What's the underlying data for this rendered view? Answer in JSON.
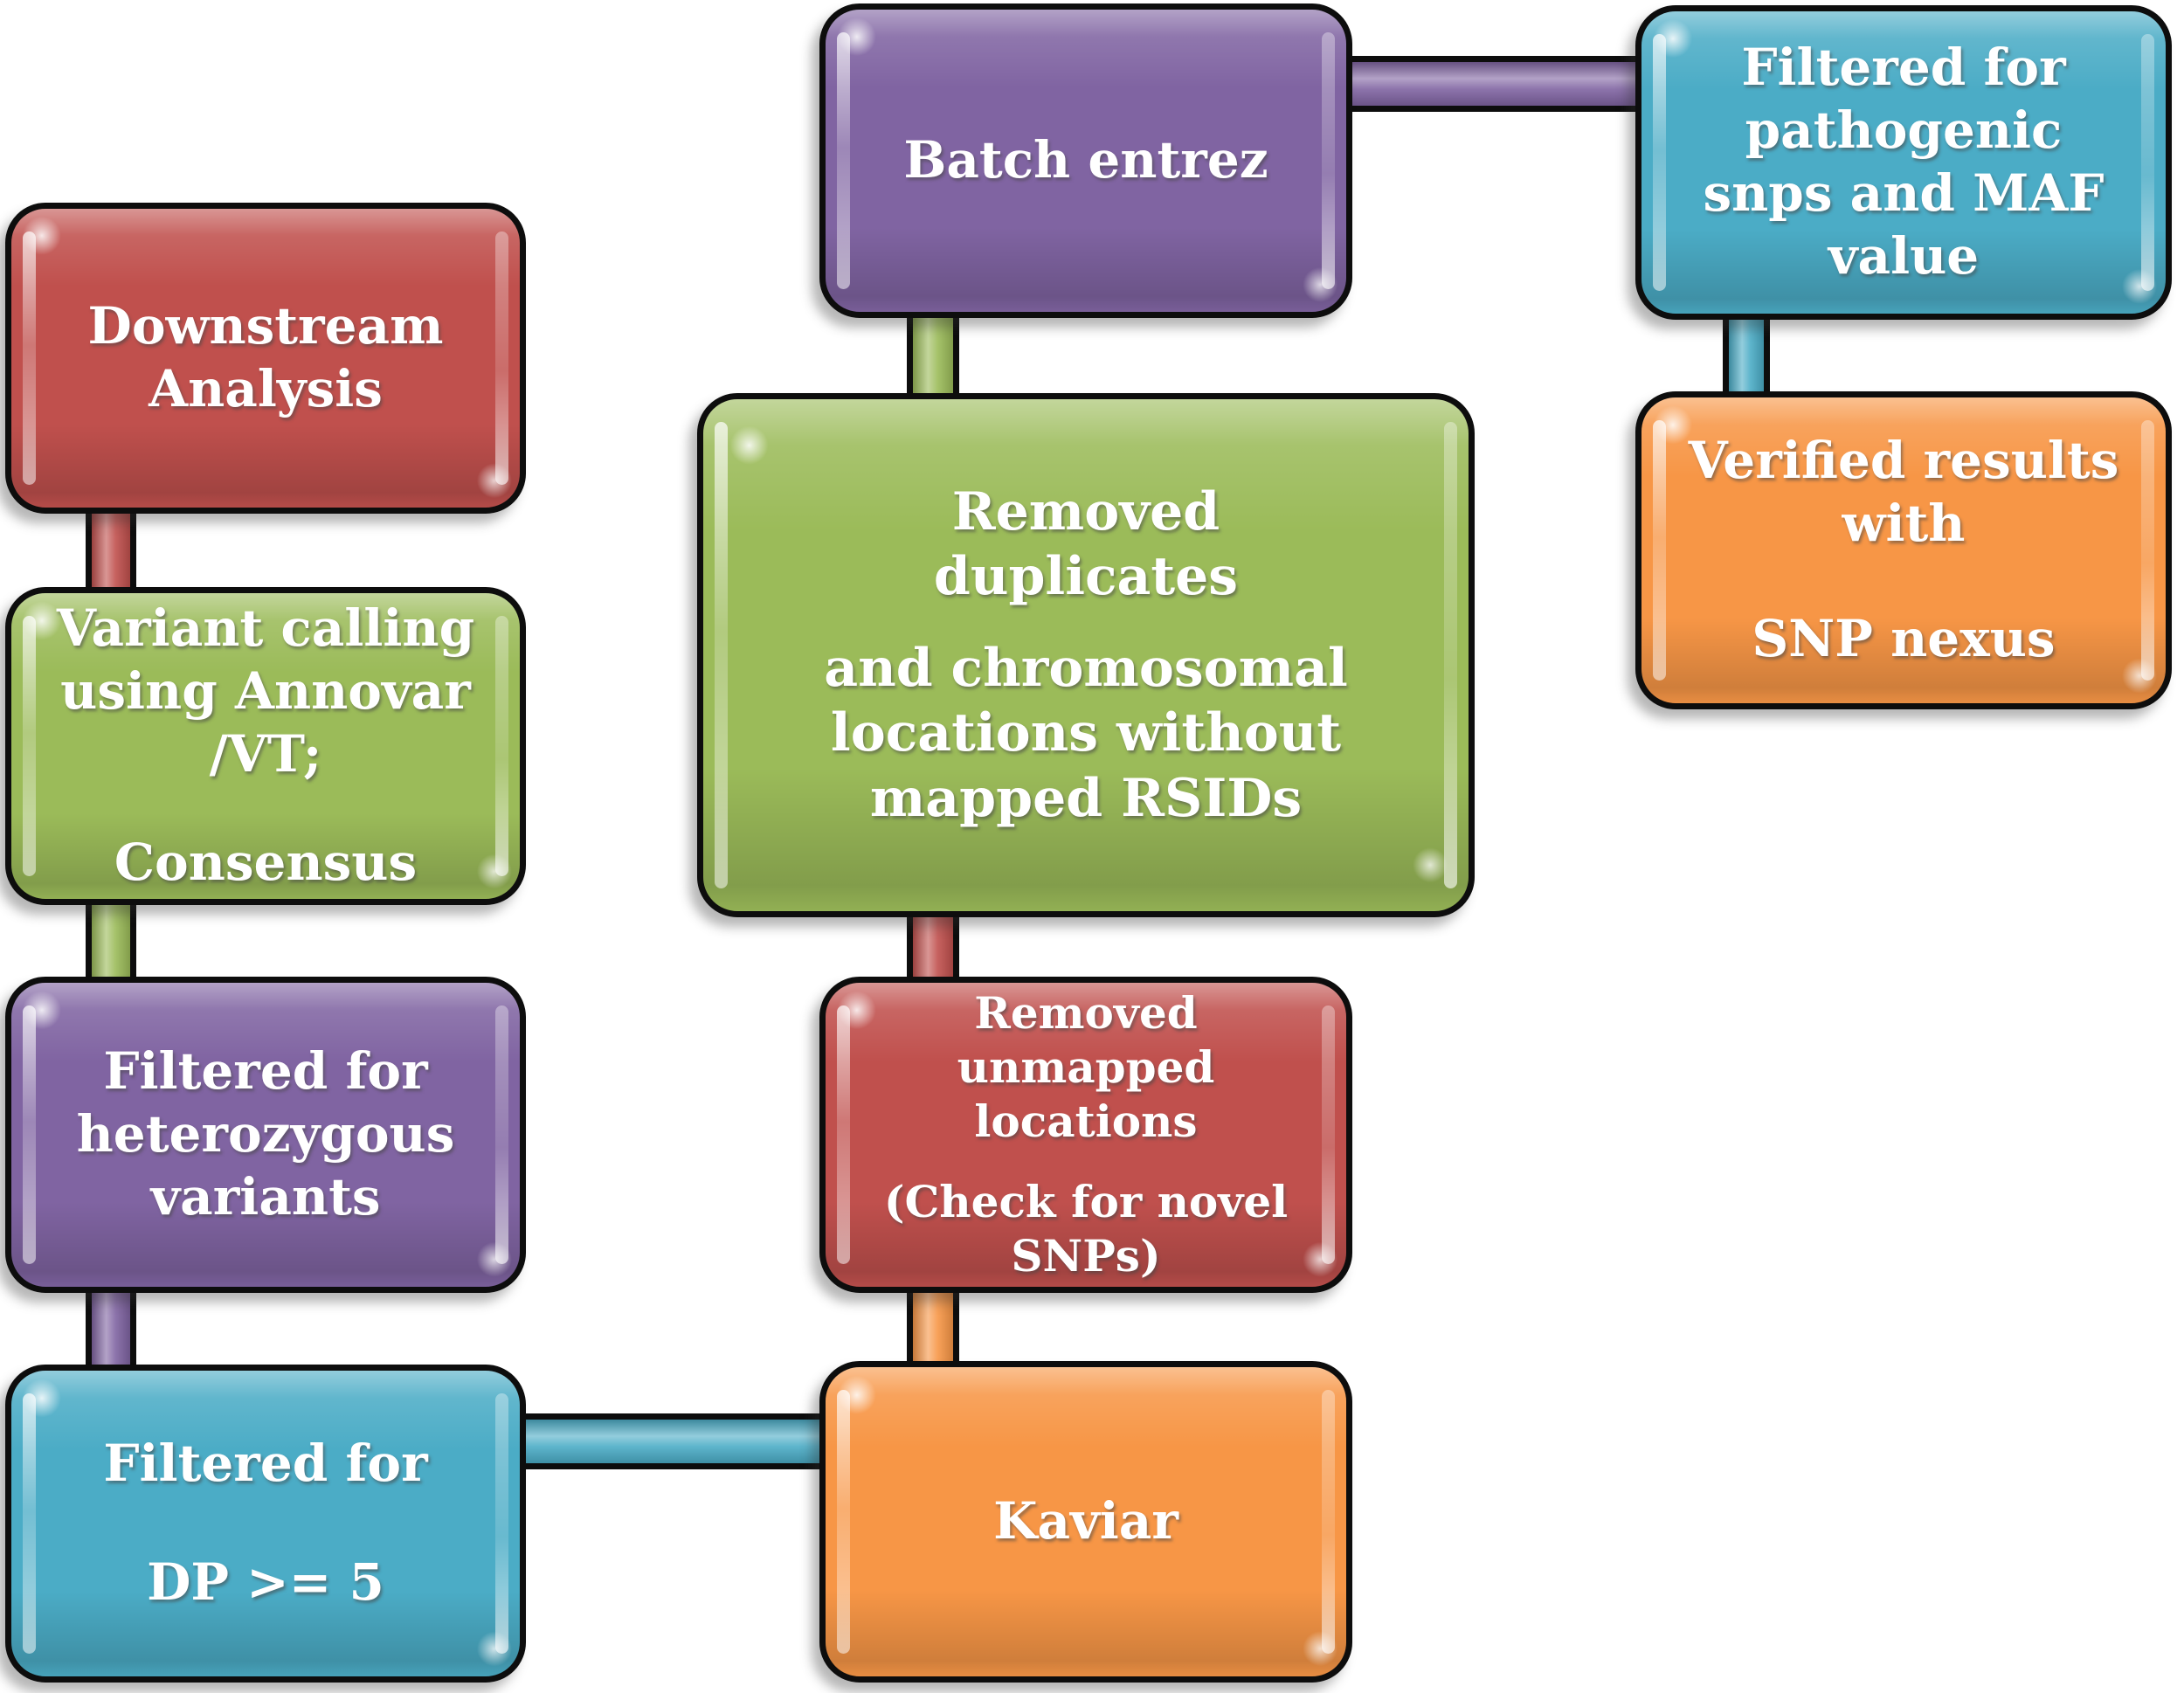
{
  "diagram": {
    "title": "SNP filtering workflow flowchart",
    "palette": {
      "red": "#C0504D",
      "green": "#9BBB59",
      "purple": "#8064A2",
      "teal": "#4BACC6",
      "orange": "#F79646"
    },
    "nodes": {
      "downstream_analysis": {
        "color": "red",
        "line1": "Downstream Analysis"
      },
      "variant_calling": {
        "color": "green",
        "line1": "Variant calling using Annovar /VT;",
        "line2": "Consensus"
      },
      "filtered_heterozygous": {
        "color": "purple",
        "line1": "Filtered for heterozygous variants"
      },
      "filtered_dp": {
        "color": "teal",
        "line1": "Filtered for",
        "line2": "DP >= 5"
      },
      "batch_entrez": {
        "color": "purple",
        "line1": "Batch entrez"
      },
      "removed_duplicates": {
        "color": "green",
        "line1": "Removed duplicates",
        "line2": "and chromosomal locations without mapped RSIDs"
      },
      "removed_unmapped": {
        "color": "red",
        "line1": "Removed unmapped locations",
        "line2": "(Check for novel SNPs)"
      },
      "kaviar": {
        "color": "orange",
        "line1": "Kaviar"
      },
      "filtered_pathogenic": {
        "color": "teal",
        "line1": "Filtered for pathogenic snps and MAF value"
      },
      "verified_snp_nexus": {
        "color": "orange",
        "line1": "Verified results with",
        "line2": "SNP nexus"
      }
    },
    "connectors": {
      "downstream_to_variant": {
        "color": "red",
        "orientation": "vertical"
      },
      "variant_to_heterozygous": {
        "color": "green",
        "orientation": "vertical"
      },
      "heterozygous_to_dp": {
        "color": "purple",
        "orientation": "vertical"
      },
      "dp_to_kaviar": {
        "color": "teal",
        "orientation": "horizontal"
      },
      "kaviar_to_unmapped": {
        "color": "orange",
        "orientation": "vertical"
      },
      "unmapped_to_duplicates": {
        "color": "red",
        "orientation": "vertical"
      },
      "duplicates_to_batch": {
        "color": "green",
        "orientation": "vertical"
      },
      "batch_to_pathogenic": {
        "color": "purple",
        "orientation": "horizontal"
      },
      "pathogenic_to_verified": {
        "color": "teal",
        "orientation": "vertical"
      }
    }
  }
}
